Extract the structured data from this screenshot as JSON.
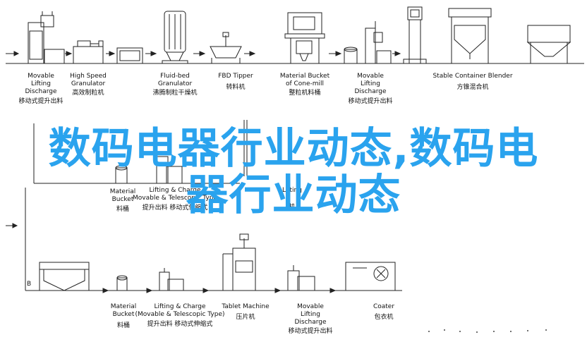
{
  "title_overlay": {
    "line1": "数码电器行业动态,数码电",
    "line2": "器行业动态"
  },
  "row1": [
    {
      "en": [
        "Movable",
        "Lifting",
        "Discharge"
      ],
      "zh": "移动式提升出料"
    },
    {
      "en": [
        "High Speed",
        "Granulator"
      ],
      "zh": "高效制粒机"
    },
    {
      "en": [
        "Fluid-bed",
        "Granulator"
      ],
      "zh": "沸腾制粒干燥机"
    },
    {
      "en": [
        "FBD Tipper"
      ],
      "zh": "转料机"
    },
    {
      "en": [
        "Material Bucket",
        "of Cone-mill"
      ],
      "zh": "整粒机料桶"
    },
    {
      "en": [
        "Movable",
        "Lifting",
        "Discharge"
      ],
      "zh": "移动式提升出料"
    },
    {
      "en": [
        "Stable Container Blender"
      ],
      "zh": "方锥混合机"
    }
  ],
  "row2": [
    {
      "en": [
        "Material",
        "Bucket"
      ],
      "zh": "料桶"
    },
    {
      "en": [
        "Lifting & Charge",
        "Movable & Telescopic Type"
      ],
      "zh": "提升出料 移动式伸缩式"
    },
    {
      "en": [
        "Lifting"
      ],
      "zh": "机"
    }
  ],
  "row3": {
    "marker": "B",
    "items": [
      {
        "en": [
          "Material",
          "Bucket"
        ],
        "zh": "料桶"
      },
      {
        "en": [
          "Lifting & Charge",
          "(Movable & Telescopic Type)"
        ],
        "zh": "提升出料 移动式伸缩式"
      },
      {
        "en": [
          "Tablet Machine"
        ],
        "zh": "压片机"
      },
      {
        "en": [
          "Movable",
          "Lifting",
          "Discharge"
        ],
        "zh": "移动式提升出料"
      },
      {
        "en": [
          "Coater"
        ],
        "zh": "包衣机"
      }
    ]
  },
  "colors": {
    "title": "#2aa3ee",
    "line": "#222222"
  }
}
